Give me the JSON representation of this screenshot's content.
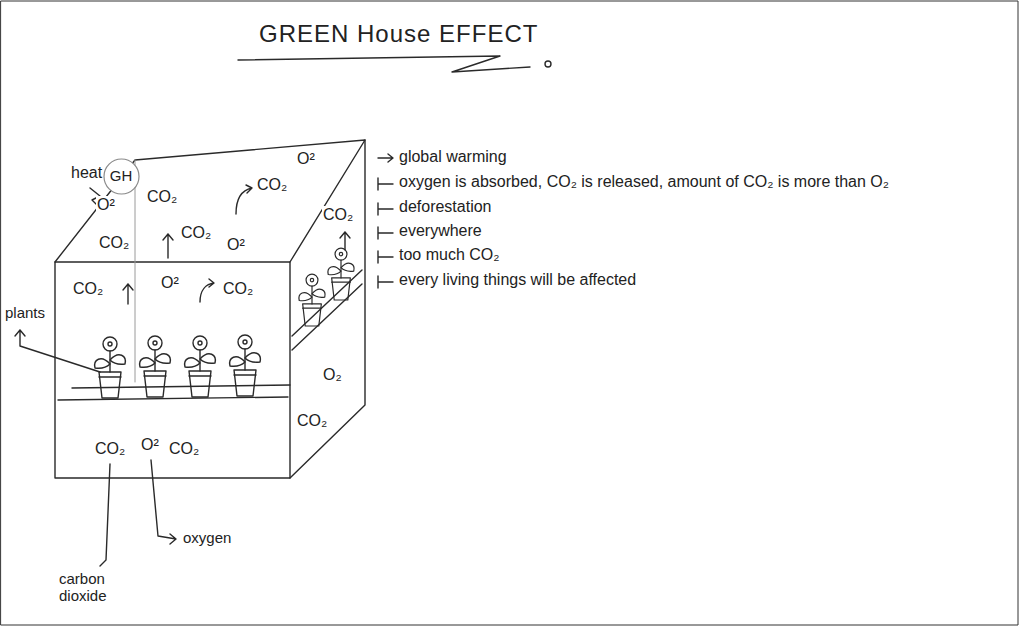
{
  "diagram": {
    "title": "GREEN House EFFECT",
    "nodes": [
      {
        "text": [
          "GH"
        ]
      }
    ],
    "labels": [
      "heat",
      "O²",
      "O²",
      "CO₂",
      "CO₂",
      "CO₂",
      "CO₂",
      "CO₂",
      "O²",
      "CO₂",
      "O²",
      "CO₂",
      "plants",
      "O₂",
      "CO₂",
      "CO₂",
      "O²",
      "CO₂",
      "oxygen",
      "carbon dioxide",
      "global warming",
      "oxygen is absorbed, CO₂ is released, amount of CO₂ is more than O₂",
      "deforestation",
      "everywhere",
      "too much CO₂",
      "every living things will be affected"
    ]
  }
}
